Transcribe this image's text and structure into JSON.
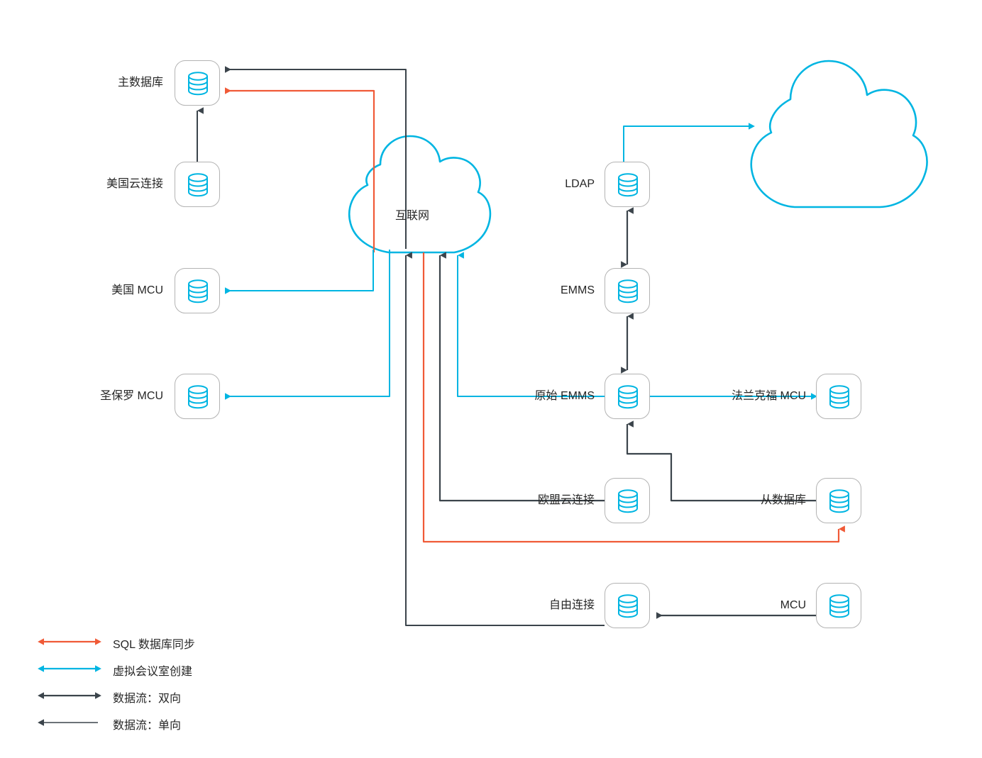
{
  "diagram": {
    "title": "Network topology diagram",
    "colors": {
      "sql_sync": "#f05a37",
      "virtual_room": "#00b5e2",
      "data_flow": "#3b444b",
      "node_border": "#b3b3b3",
      "text": "#262626"
    },
    "clouds": [
      {
        "name": "internet-cloud",
        "label": "互联网"
      },
      {
        "name": "external-cloud",
        "label": ""
      }
    ],
    "nodes": [
      {
        "id": "master-db",
        "label": "主数据库",
        "icon": "database-icon",
        "label_side": "left"
      },
      {
        "id": "us-cloud-conn",
        "label": "美国云连接",
        "icon": "database-icon",
        "label_side": "left"
      },
      {
        "id": "us-mcu",
        "label": "美国 MCU",
        "icon": "database-icon",
        "label_side": "left"
      },
      {
        "id": "saopaulo-mcu",
        "label": "圣保罗 MCU",
        "icon": "database-icon",
        "label_side": "left"
      },
      {
        "id": "ldap",
        "label": "LDAP",
        "icon": "database-icon",
        "label_side": "left"
      },
      {
        "id": "emms",
        "label": "EMMS",
        "icon": "database-icon",
        "label_side": "left"
      },
      {
        "id": "original-emms",
        "label": "原始 EMMS",
        "icon": "database-icon",
        "label_side": "left"
      },
      {
        "id": "frankfurt-mcu",
        "label": "法兰克福 MCU",
        "icon": "database-icon",
        "label_side": "left"
      },
      {
        "id": "eu-cloud-conn",
        "label": "欧盟云连接",
        "icon": "database-icon",
        "label_side": "left"
      },
      {
        "id": "slave-db",
        "label": "从数据库",
        "icon": "database-icon",
        "label_side": "left"
      },
      {
        "id": "free-conn",
        "label": "自由连接",
        "icon": "database-icon",
        "label_side": "left"
      },
      {
        "id": "mcu",
        "label": "MCU",
        "icon": "database-icon",
        "label_side": "left"
      }
    ],
    "legend": [
      {
        "id": "legend-sql-sync",
        "label": "SQL 数据库同步",
        "color": "#f05a37",
        "arrows": "both"
      },
      {
        "id": "legend-virtual-room",
        "label": "虚拟会议室创建",
        "color": "#00b5e2",
        "arrows": "both"
      },
      {
        "id": "legend-flow-bidir",
        "label": "数据流：双向",
        "color": "#3b444b",
        "arrows": "both"
      },
      {
        "id": "legend-flow-unidir",
        "label": "数据流：单向",
        "color": "#3b444b",
        "arrows": "left"
      }
    ]
  }
}
